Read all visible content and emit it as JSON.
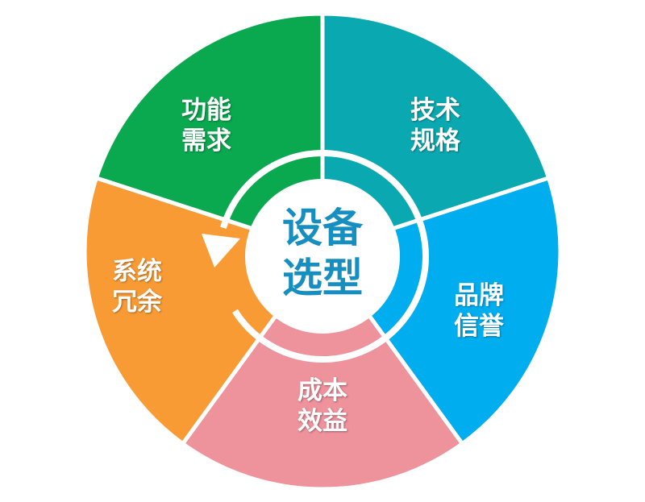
{
  "center": {
    "line1": "设备",
    "line2": "选型",
    "color": "#168fc0"
  },
  "segments": [
    {
      "line1": "技术",
      "line2": "规格",
      "color": "#0aa8b0"
    },
    {
      "line1": "品牌",
      "line2": "信誉",
      "color": "#00aeef"
    },
    {
      "line1": "成本",
      "line2": "效益",
      "color": "#ee929c"
    },
    {
      "line1": "系统",
      "line2": "冗余",
      "color": "#f99b35"
    },
    {
      "line1": "功能",
      "line2": "需求",
      "color": "#0aa94f"
    }
  ],
  "cycle_arrow": "counterclockwise-arrow-icon"
}
